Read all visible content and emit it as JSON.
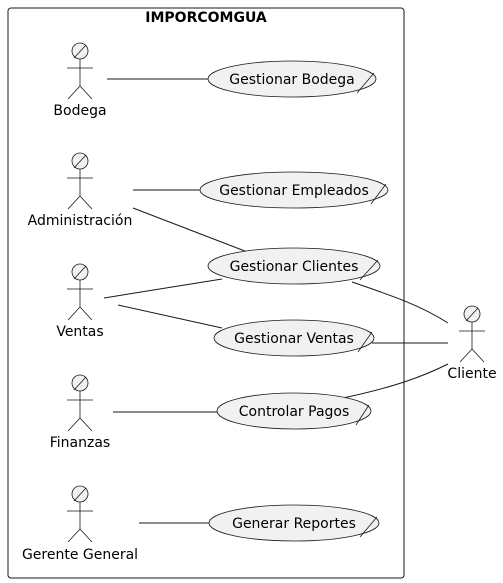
{
  "system": {
    "title": "IMPORCOMGUA"
  },
  "actors": {
    "bodega": "Bodega",
    "administracion": "Administración",
    "ventas": "Ventas",
    "finanzas": "Finanzas",
    "gerente": "Gerente General",
    "cliente": "Cliente"
  },
  "use_cases": {
    "gestionar_bodega": "Gestionar Bodega",
    "gestionar_empleados": "Gestionar Empleados",
    "gestionar_clientes": "Gestionar Clientes",
    "gestionar_ventas": "Gestionar Ventas",
    "controlar_pagos": "Controlar Pagos",
    "generar_reportes": "Generar Reportes"
  },
  "associations": [
    [
      "bodega",
      "gestionar_bodega"
    ],
    [
      "administracion",
      "gestionar_empleados"
    ],
    [
      "administracion",
      "gestionar_clientes"
    ],
    [
      "ventas",
      "gestionar_clientes"
    ],
    [
      "ventas",
      "gestionar_ventas"
    ],
    [
      "finanzas",
      "controlar_pagos"
    ],
    [
      "gerente",
      "generar_reportes"
    ],
    [
      "gestionar_clientes",
      "cliente"
    ],
    [
      "gestionar_ventas",
      "cliente"
    ],
    [
      "controlar_pagos",
      "cliente"
    ]
  ]
}
